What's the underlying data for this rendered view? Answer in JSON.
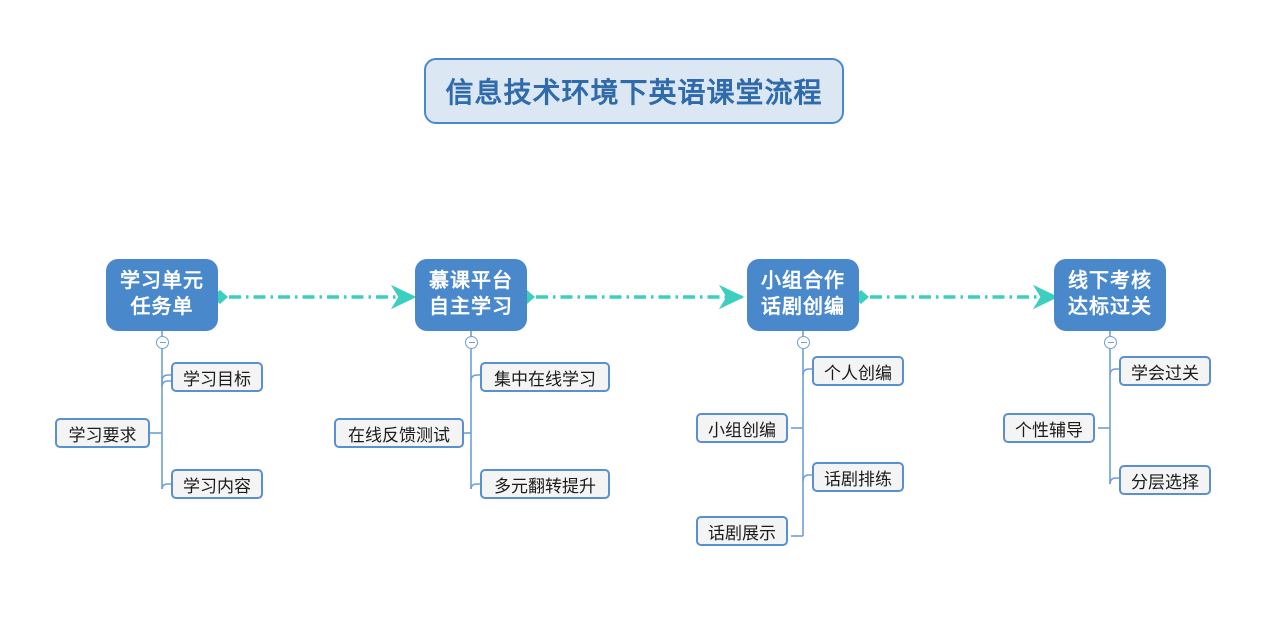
{
  "title": {
    "text": "信息技术环境下英语课堂流程"
  },
  "colors": {
    "stage_fill": "#4a88cc",
    "stage_text": "#ffffff",
    "title_fill": "#dce7f4",
    "title_border": "#4a88cc",
    "title_text": "#2f6aab",
    "leaf_fill": "#f4f4f4",
    "leaf_border": "#5a8fd0",
    "leaf_text": "#1b1b1b",
    "connector": "#3ccfc0",
    "branch_line": "#6f9fd6"
  },
  "connectors": [
    {
      "name": "stage-1-to-stage-2",
      "style": "dash-dot",
      "start_marker": "diamond",
      "end_marker": "arrow"
    },
    {
      "name": "stage-2-to-stage-3",
      "style": "dash-dot",
      "start_marker": "diamond",
      "end_marker": "arrow"
    },
    {
      "name": "stage-3-to-stage-4",
      "style": "dash-dot",
      "start_marker": "diamond",
      "end_marker": "arrow"
    }
  ],
  "stages": [
    {
      "id": "stage-1",
      "lines": [
        "学习单元",
        "任务单"
      ],
      "line1": "学习单元",
      "line2": "任务单",
      "collapse_state": "expanded",
      "children": [
        {
          "label": "学习目标",
          "side": "right"
        },
        {
          "label": "学习要求",
          "side": "left"
        },
        {
          "label": "学习内容",
          "side": "right"
        }
      ]
    },
    {
      "id": "stage-2",
      "lines": [
        "慕课平台",
        "自主学习"
      ],
      "line1": "慕课平台",
      "line2": "自主学习",
      "collapse_state": "expanded",
      "children": [
        {
          "label": "集中在线学习",
          "side": "right"
        },
        {
          "label": "在线反馈测试",
          "side": "left"
        },
        {
          "label": "多元翻转提升",
          "side": "right"
        }
      ]
    },
    {
      "id": "stage-3",
      "lines": [
        "小组合作",
        "话剧创编"
      ],
      "line1": "小组合作",
      "line2": "话剧创编",
      "collapse_state": "expanded",
      "children": [
        {
          "label": "个人创编",
          "side": "right"
        },
        {
          "label": "小组创编",
          "side": "left"
        },
        {
          "label": "话剧排练",
          "side": "right"
        },
        {
          "label": "话剧展示",
          "side": "left"
        }
      ]
    },
    {
      "id": "stage-4",
      "lines": [
        "线下考核",
        "达标过关"
      ],
      "line1": "线下考核",
      "line2": "达标过关",
      "collapse_state": "expanded",
      "children": [
        {
          "label": "学会过关",
          "side": "right"
        },
        {
          "label": "个性辅导",
          "side": "left"
        },
        {
          "label": "分层选择",
          "side": "right"
        }
      ]
    }
  ]
}
